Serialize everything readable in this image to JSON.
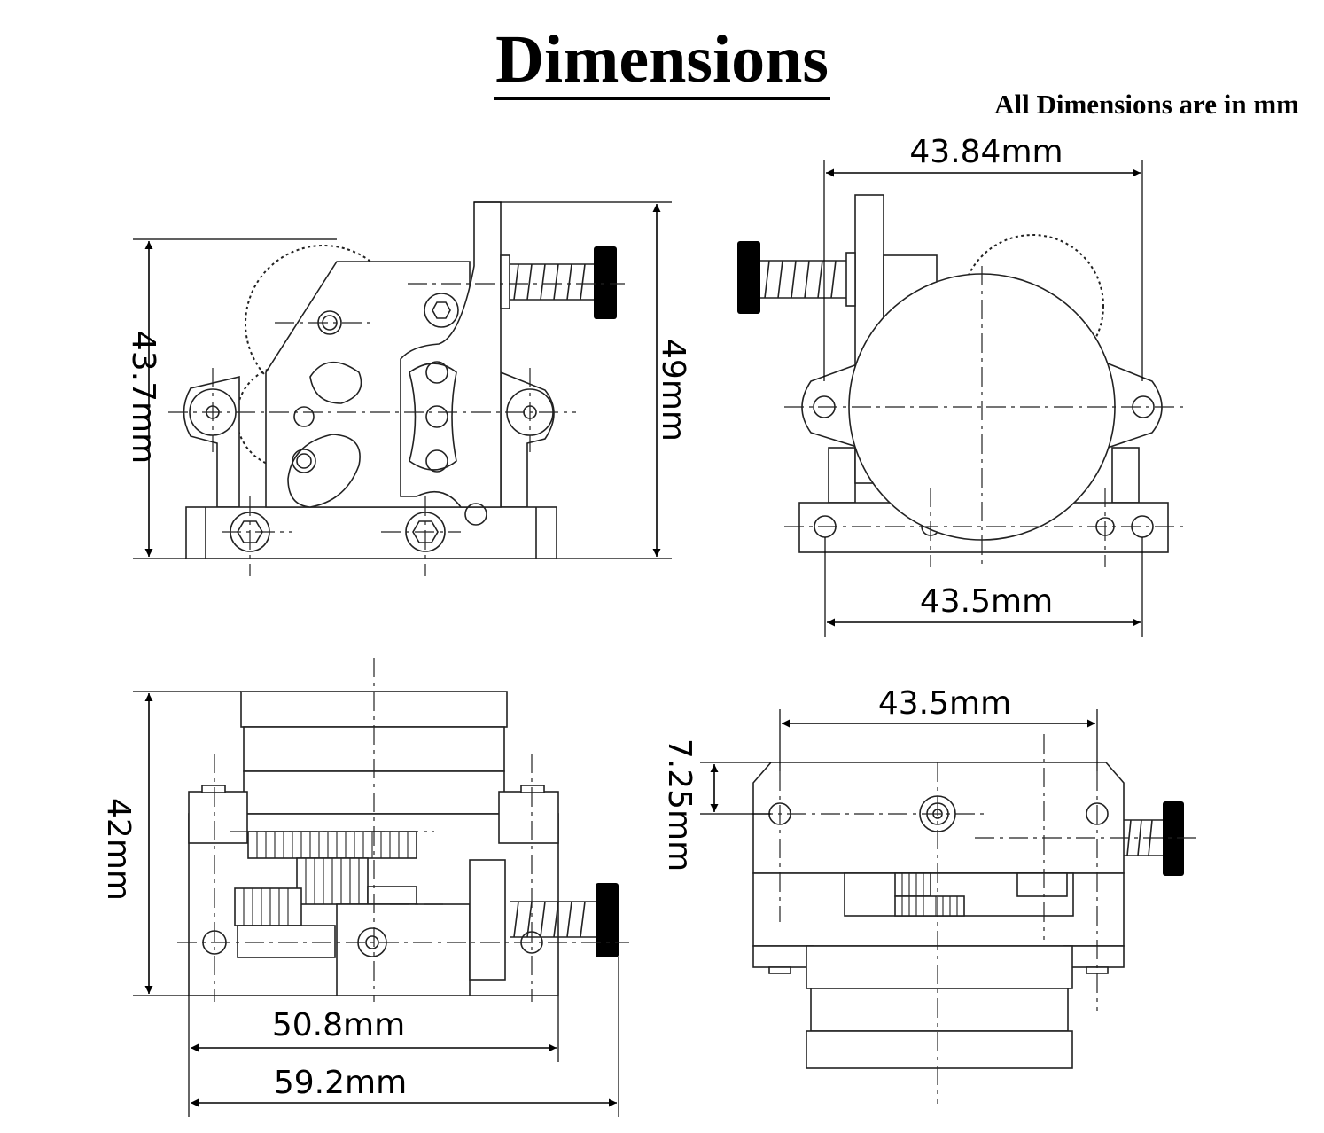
{
  "header": {
    "title": "Dimensions",
    "units_note": "All Dimensions are in mm"
  },
  "views": {
    "front": {
      "height_left": "43.7mm",
      "height_right": "49mm"
    },
    "back": {
      "width_top": "43.84mm",
      "width_bottom": "43.5mm"
    },
    "bottom": {
      "height": "42mm",
      "width_inner": "50.8mm",
      "width_outer": "59.2mm"
    },
    "top": {
      "width": "43.5mm",
      "offset": "7.25mm"
    }
  }
}
